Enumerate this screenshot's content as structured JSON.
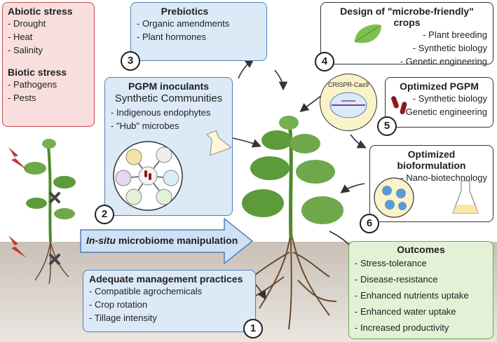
{
  "abiotic": {
    "title": "Abiotic stress",
    "items": [
      "- Drought",
      "- Heat",
      "- Salinity"
    ]
  },
  "biotic": {
    "title": "Biotic stress",
    "items": [
      "- Pathogens",
      "- Pests"
    ]
  },
  "prebiotics": {
    "title": "Prebiotics",
    "items": [
      "- Organic amendments",
      "- Plant hormones"
    ],
    "number": "3"
  },
  "pgpm": {
    "title": "PGPM inoculants",
    "subtitle": "Synthetic Communities",
    "items": [
      "- Indigenous endophytes",
      "- \"Hub\" microbes"
    ],
    "number": "2"
  },
  "design": {
    "title": "Design of \"microbe-friendly\" crops",
    "items": [
      "- Plant breeding",
      "- Synthetic biology",
      "- Genetic engineering"
    ],
    "number": "4"
  },
  "crispr_label": "CRISPR-Cas9",
  "optimized_pgpm": {
    "title": "Optimized PGPM",
    "items": [
      "- Synthetic biology",
      "- Genetic engineering"
    ],
    "number": "5"
  },
  "bioformulation": {
    "title": "Optimized bioformulation",
    "items": [
      "- Nano-biotechnology"
    ],
    "number": "6"
  },
  "insitu": {
    "italic": "In-situ",
    "rest": " microbiome manipulation"
  },
  "management": {
    "title": "Adequate management practices",
    "items": [
      "- Compatible agrochemicals",
      "- Crop rotation",
      "- Tillage intensity"
    ],
    "number": "1"
  },
  "outcomes": {
    "title": "Outcomes",
    "items": [
      "- Stress-tolerance",
      "- Disease-resistance",
      "- Enhanced nutrients uptake",
      "- Enhanced water uptake",
      "- Increased productivity"
    ]
  },
  "colors": {
    "stress_bg": "#f9dede",
    "stress_border": "#c94a4a",
    "blue_bg": "#dce9f7",
    "blue_border": "#4f7fb8",
    "green_bg": "#e3f1d6",
    "green_border": "#6aa84f",
    "soil": "#bfb6ad",
    "leaf": "#5c9a3a",
    "lightning": "#c0392b"
  },
  "icons": [
    "lightning-icon",
    "cross-icon",
    "seeds-icon",
    "flask-icon",
    "leaf-icon",
    "bacteria-icon",
    "nanoparticle-icon",
    "tractor-icon",
    "plant-icon"
  ]
}
